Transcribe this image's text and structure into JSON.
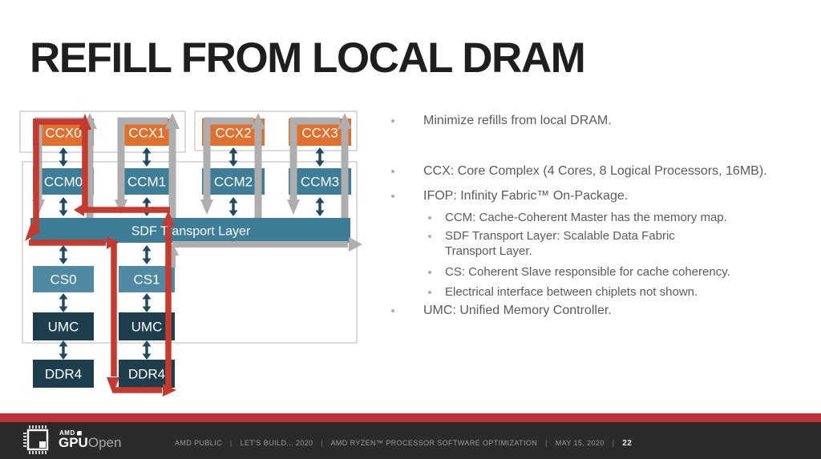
{
  "slide": {
    "title": "REFILL FROM LOCAL DRAM"
  },
  "diagram": {
    "ccx_labels": [
      "CCX0",
      "CCX1",
      "CCX2",
      "CCX3"
    ],
    "ccm_labels": [
      "CCM0",
      "CCM1",
      "CCM2",
      "CCM3"
    ],
    "sdf_label": "SDF Transport Layer",
    "cs_labels": [
      "CS0",
      "CS1"
    ],
    "umc_labels": [
      "UMC",
      "UMC"
    ],
    "ddr_labels": [
      "DDR4",
      "DDR4"
    ],
    "colors": {
      "ccx_orange": "#E0702E",
      "ccm_teal": "#3E7D98",
      "cs_teal": "#4F89A3",
      "umc_navy": "#1E3E4E",
      "arrow_red": "#C6392F",
      "arrow_gray": "#AEAEAE",
      "arrow_dark": "#1E4A64",
      "footer_red": "#BF3138"
    }
  },
  "bullets": {
    "items": [
      {
        "level": 1,
        "text": "Minimize refills from local DRAM."
      },
      {
        "level": 1,
        "text": "CCX: Core Complex (4 Cores, 8 Logical Processors, 16MB)."
      },
      {
        "level": 1,
        "text": "IFOP: Infinity Fabric™ On-Package."
      },
      {
        "level": 2,
        "text": "CCM: Cache-Coherent Master has the memory map."
      },
      {
        "level": 2,
        "text": "SDF Transport Layer: Scalable Data Fabric\nTransport Layer."
      },
      {
        "level": 2,
        "text": "CS: Coherent Slave responsible for cache coherency."
      },
      {
        "level": 2,
        "text": "Electrical interface between chiplets not shown."
      },
      {
        "level": 1,
        "text": "UMC: Unified Memory Controller."
      }
    ]
  },
  "footer": {
    "segments": [
      "AMD PUBLIC",
      "LET'S BUILD... 2020",
      "AMD RYZEN™ PROCESSOR SOFTWARE OPTIMIZATION",
      "MAY 15, 2020"
    ],
    "separator": "|",
    "page_number": "22",
    "logo": {
      "amd": "AMD",
      "gpu": "GPU",
      "open": "Open"
    }
  }
}
